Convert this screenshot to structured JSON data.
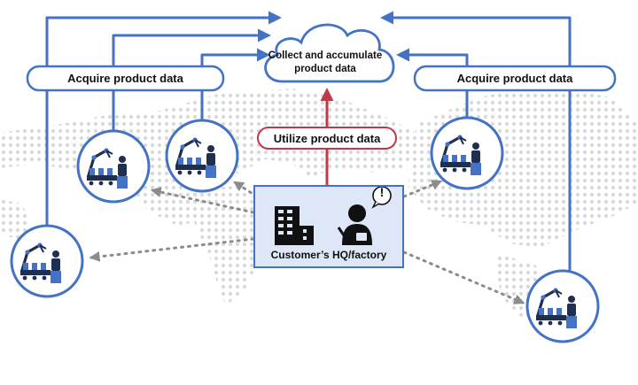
{
  "diagram": {
    "cloud_label": "Collect and accumulate product data",
    "acquire_left_label": "Acquire product data",
    "acquire_right_label": "Acquire product data",
    "utilize_label": "Utilize product data",
    "hq_label": "Customer’s HQ/factory",
    "alert_glyph": "!",
    "colors": {
      "line_blue": "#4472c4",
      "arrow_red": "#c0394b",
      "hq_fill": "#dde7f7",
      "map_dots": "#d9d9d9",
      "dotted_arrows": "#8c8c8c",
      "icon_dark": "#1f2f4f"
    }
  }
}
